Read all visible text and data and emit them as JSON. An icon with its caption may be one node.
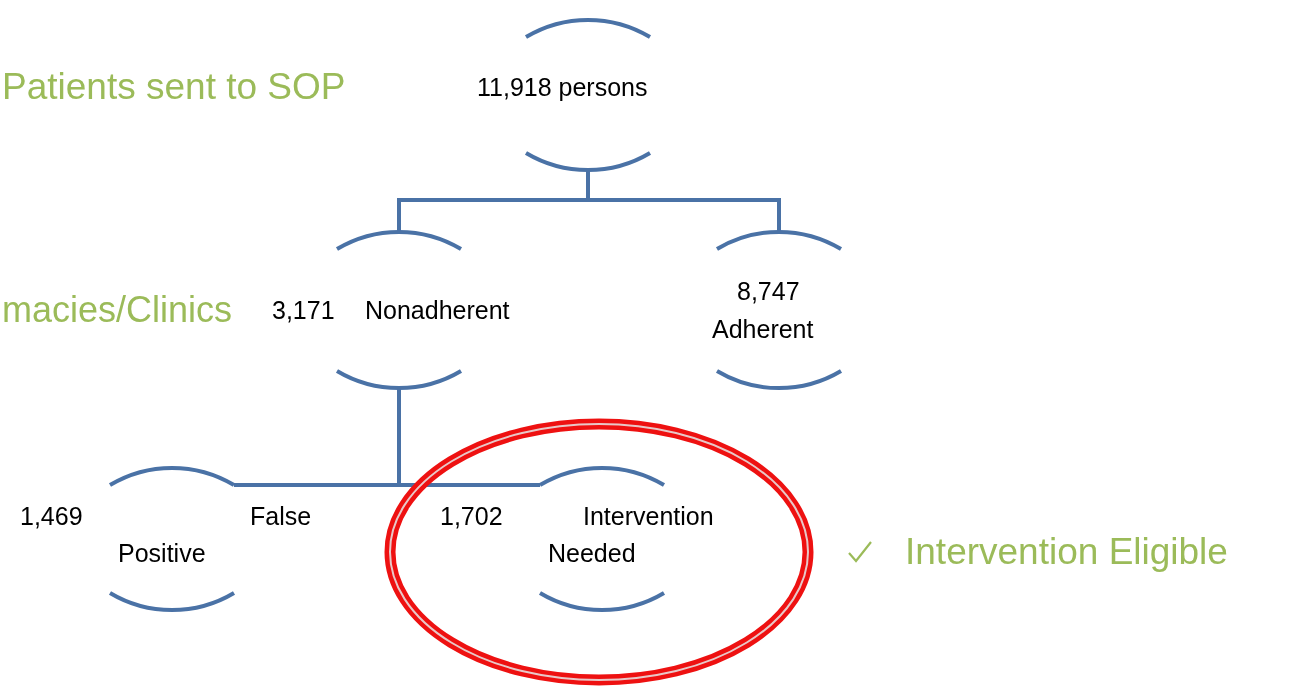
{
  "diagram": {
    "nodes": [
      {
        "text": [
          "11,918 persons"
        ]
      },
      {
        "text": [
          "3,171",
          "Nonadherent"
        ]
      },
      {
        "text": [
          "8,747",
          "Adherent"
        ]
      },
      {
        "text": [
          "1,469",
          "False",
          "Positive"
        ]
      },
      {
        "text": [],
        "shape": "ellipse",
        "beside": [
          "Intervention Eligible"
        ]
      },
      {
        "text": [
          "1,702",
          "Intervention",
          "Needed"
        ],
        "in": 4
      }
    ],
    "edges": [
      {
        "from": 0,
        "to": 1,
        "arrow": "none"
      },
      {
        "from": 0,
        "to": 2,
        "arrow": "none"
      },
      {
        "from": 1,
        "to": 3,
        "arrow": "none"
      },
      {
        "from": 1,
        "to": 5,
        "arrow": "none"
      }
    ],
    "labels": [
      "Patients sent to SOP",
      "macies/Clinics"
    ]
  }
}
